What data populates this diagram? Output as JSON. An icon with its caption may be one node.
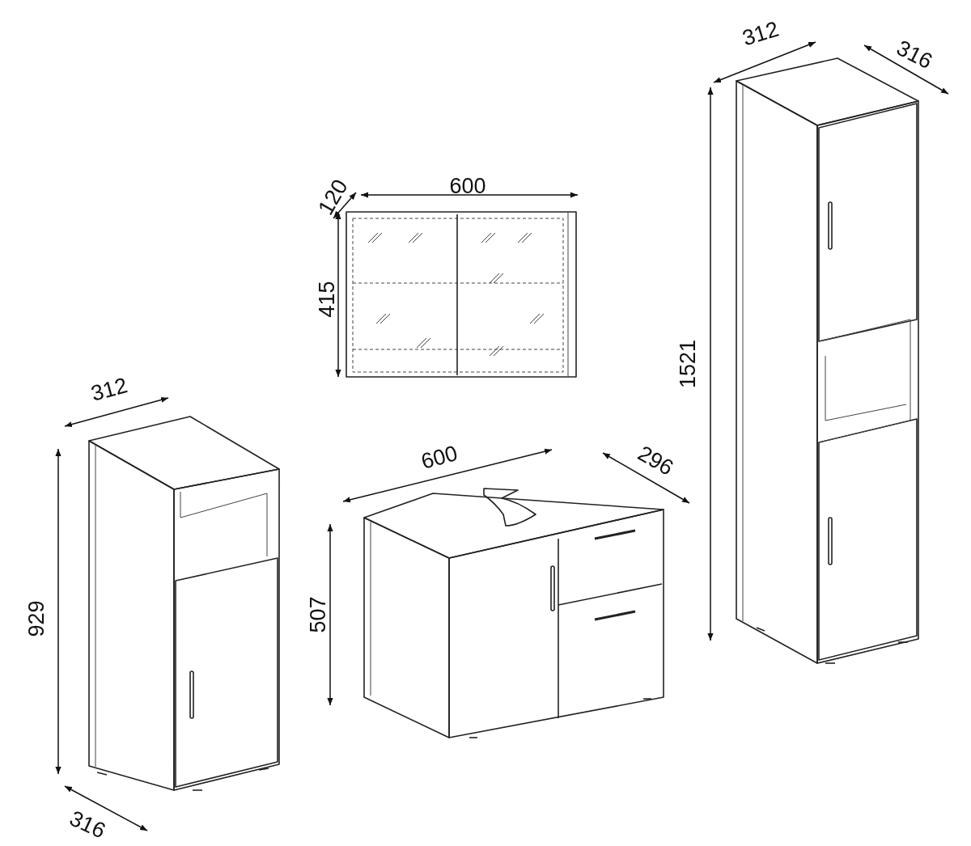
{
  "diagram": {
    "labels": [
      "312",
      "316",
      "120",
      "600",
      "415",
      "1521",
      "312",
      "600",
      "296",
      "507",
      "929",
      "316"
    ]
  }
}
